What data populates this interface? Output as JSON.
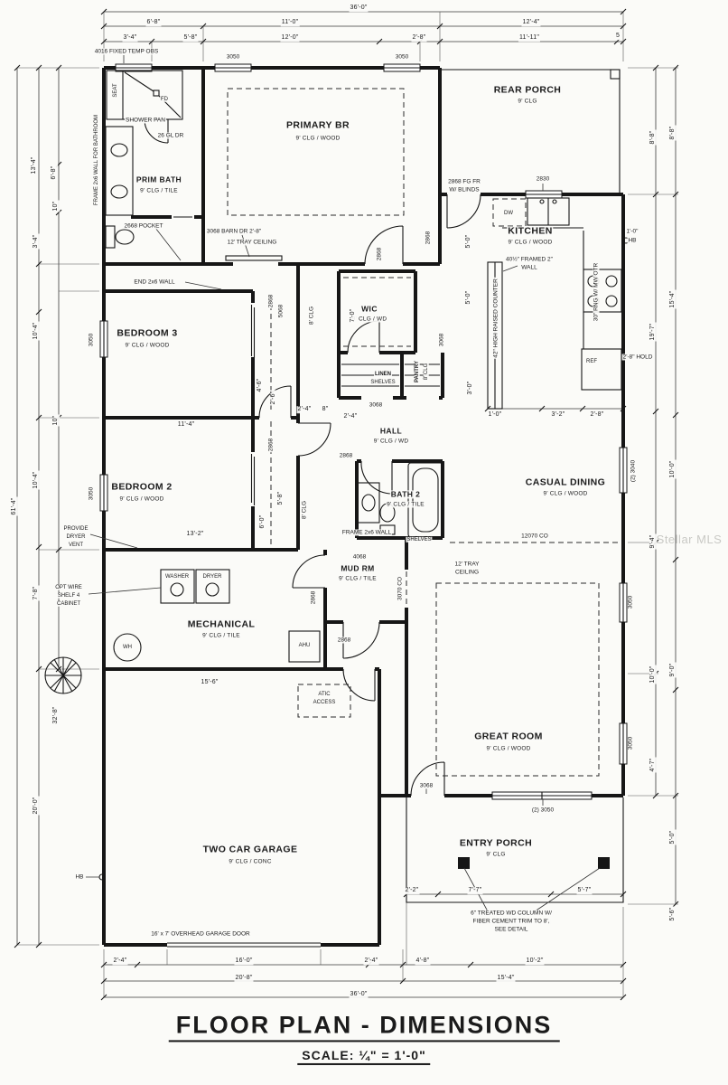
{
  "meta": {
    "title": "FLOOR PLAN - DIMENSIONS",
    "scale": "SCALE: ¼\" = 1'-0\"",
    "watermark": "Stellar MLS"
  },
  "rooms": {
    "primary": {
      "name": "PRIMARY BR",
      "spec": "9' CLG / WOOD"
    },
    "prim_bath": {
      "name": "PRIM BATH",
      "spec": "9' CLG / TILE"
    },
    "rear_porch": {
      "name": "REAR PORCH",
      "spec": "9' CLG"
    },
    "kitchen": {
      "name": "KITCHEN",
      "spec": "9' CLG / WOOD"
    },
    "bedroom3": {
      "name": "BEDROOM 3",
      "spec": "9' CLG / WOOD"
    },
    "wic": {
      "name": "WIC",
      "spec": "9' CLG / WD"
    },
    "hall": {
      "name": "HALL",
      "spec": "9' CLG / WD"
    },
    "bedroom2": {
      "name": "BEDROOM 2",
      "spec": "9' CLG / WOOD"
    },
    "bath2": {
      "name": "BATH 2",
      "spec": "9' CLG / TILE"
    },
    "casual_dining": {
      "name": "CASUAL DINING",
      "spec": "9' CLG / WOOD"
    },
    "mud": {
      "name": "MUD RM",
      "spec": "9' CLG / TILE"
    },
    "mechanical": {
      "name": "MECHANICAL",
      "spec": "9' CLG / TILE"
    },
    "great": {
      "name": "GREAT ROOM",
      "spec": "9' CLG / WOOD"
    },
    "garage": {
      "name": "TWO CAR GARAGE",
      "spec": "9' CLG / CONC"
    },
    "entry_porch": {
      "name": "ENTRY PORCH",
      "spec": "9' CLG"
    },
    "linen": {
      "name": "LINEN",
      "spec": "SHELVES"
    },
    "pantry": {
      "name": "PANTRY",
      "spec": "8' CLG"
    }
  },
  "fixtures": {
    "dw": "DW",
    "ref": "REF",
    "wh": "WH",
    "ahu": "AHU",
    "washer": "WASHER",
    "dryer": "DRYER",
    "fd": "FD",
    "seat": "SEAT"
  },
  "notes": {
    "obs": "4016 FIXED TEMP OBS",
    "shower_pan": "SHOWER PAN",
    "gl_dr": "26 GL DR",
    "frame_bath": "FRAME 2x6 WALL FOR BATHROOM",
    "pocket": "2668 POCKET",
    "end_wall": "END 2x6 WALL",
    "barn": "3068 BARN DR 2'-8\"",
    "tray": "12' TRAY CEILING",
    "tray2a": "12' TRAY",
    "tray2b": "CEILING",
    "porch_door": "2868 FG FR",
    "porch_door2": "W/ BLINDS",
    "framed1": "40½\" FRAMED 2\"",
    "framed2": "WALL",
    "raised": "42\" HIGH RAISED COUNTER",
    "range": "30\" RNG W/ MW OTR",
    "hold": "2'-8\" HOLD",
    "hb": "HB",
    "hb1": "1'-0\"",
    "dryer_vent1": "PROVIDE",
    "dryer_vent2": "DRYER",
    "dryer_vent3": "VENT",
    "opt1": "OPT WIRE",
    "opt2": "SHELF 4",
    "opt3": "CABINET",
    "attic1": "ATIC",
    "attic2": "ACCESS",
    "frame_wall": "FRAME 2x6 WALL",
    "shelves": "SHELVES",
    "co12070": "12070 CO",
    "co3070": "3070 CO",
    "col1": "6\" TREATED WD COLUMN W/",
    "col2": "FIBER CEMENT TRIM TO 8',",
    "col3": "SEE DETAIL",
    "ohd": "16' x 7' OVERHEAD GARAGE DOOR"
  },
  "openings": {
    "w3050": "3050",
    "w2830": "2830",
    "w2_3050": "(2) 3050",
    "w2_3040": "(2) 3040",
    "d2868": "2868",
    "d5068": "5068",
    "d3068": "3068",
    "d4068": "4068",
    "clg8": "8' CLG"
  },
  "dims": {
    "t_overall": "36'-0\"",
    "t_68": "6'-8\"",
    "t_110": "11'-0\"",
    "t_124": "12'-4\"",
    "t_34": "3'-4\"",
    "t_58": "5'-8\"",
    "t_120": "12'-0\"",
    "t_28": "2'-8\"",
    "t_1111": "11'-11\"",
    "t_5": "5",
    "l_134": "13'-4\"",
    "l_68": "6'-8\"",
    "l_10a": "10\"",
    "l_34": "3'-4\"",
    "l_104a": "10'-4\"",
    "l_10b": "10\"",
    "l_104b": "10'-4\"",
    "l_614": "61'-4\"",
    "l_78": "7'-8\"",
    "l_328": "32'-8\"",
    "l_200": "20'-0\"",
    "r_88a": "8'-8\"",
    "r_88b": "8'-8\"",
    "r_154": "15'-4\"",
    "r_197": "19'-7\"",
    "r_100a": "10'-0\"",
    "r_94": "9'-4\"",
    "r_90": "9'-0\"",
    "r_100b": "10'-0\"",
    "r_47": "4'-7\"",
    "r_50": "5'-0\"",
    "r_56": "5'-6\"",
    "b_22": "2'-2\"",
    "b_77": "7'-7\"",
    "b_57": "5'-7\"",
    "b_24a": "2'-4\"",
    "b_160": "16'-0\"",
    "b_24b": "2'-4\"",
    "b_48": "4'-8\"",
    "b_102": "10'-2\"",
    "b_208": "20'-8\"",
    "b_154": "15'-4\"",
    "b_overall": "36'-0\"",
    "i_114": "11'-4\"",
    "i_132": "13'-2\"",
    "i_156": "15'-6\"",
    "i_24a": "2'-4\"",
    "i_8": "8\"",
    "i_24b": "2'-4\"",
    "i_70": "7'-0\"",
    "i_50a": "5'-0\"",
    "i_50b": "5'-0\"",
    "i_30": "3'-0\"",
    "i_10": "1'-0\"",
    "i_32": "3'-2\"",
    "i_28": "2'-8\"",
    "i_46": "4'-6\"",
    "i_26": "2'-6\"",
    "i_60": "6'-0\"",
    "i_58": "5'-8\""
  }
}
